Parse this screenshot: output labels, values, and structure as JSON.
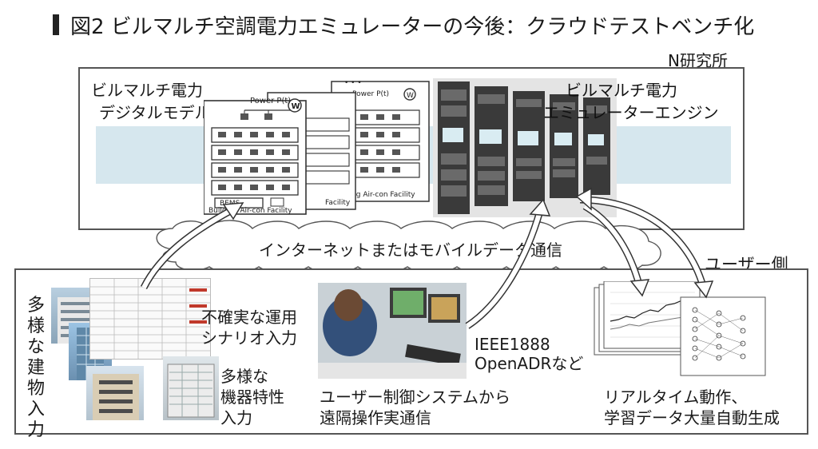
{
  "header": {
    "title": "図2 ビルマルチ空調電力エミュレーターの今後：クラウドテストベンチ化",
    "org": "N研究所"
  },
  "top": {
    "digital_model_line1": "ビルマルチ電力",
    "digital_model_line2": "デジタルモデル",
    "engine_line1": "ビルマルチ電力",
    "engine_line2": "エミュレーターエンジン",
    "facility_front_power": "Power P(t)",
    "facility_front_w": "W",
    "facility_front_bems": "BEMS",
    "facility_front_caption": "Building Air-con Facility",
    "facility_back_power": "Power P(t)",
    "facility_back_caption": "Building Air-con Facility",
    "facility_mid_caption": "Facility"
  },
  "network_label": "インターネットまたはモバイルデータ通信",
  "user_side_label": "ユーザー側",
  "bottom": {
    "vertical_label": "多様な建物入力",
    "uncertain_line1": "不確実な運用",
    "uncertain_line2": "シナリオ入力",
    "equip_line1": "多様な",
    "equip_line2": "機器特性",
    "equip_line3": "入力",
    "protocol_line1": "IEEE1888",
    "protocol_line2": "OpenADRなど",
    "remote_line1": "ユーザー制御システムから",
    "remote_line2": "遠隔操作実通信",
    "realtime_line1": "リアルタイム動作、",
    "realtime_line2": "学習データ大量自動生成"
  },
  "colors": {
    "band": "#d6e7ee",
    "rack": "#3a3a3a",
    "arrow": "#333333"
  }
}
